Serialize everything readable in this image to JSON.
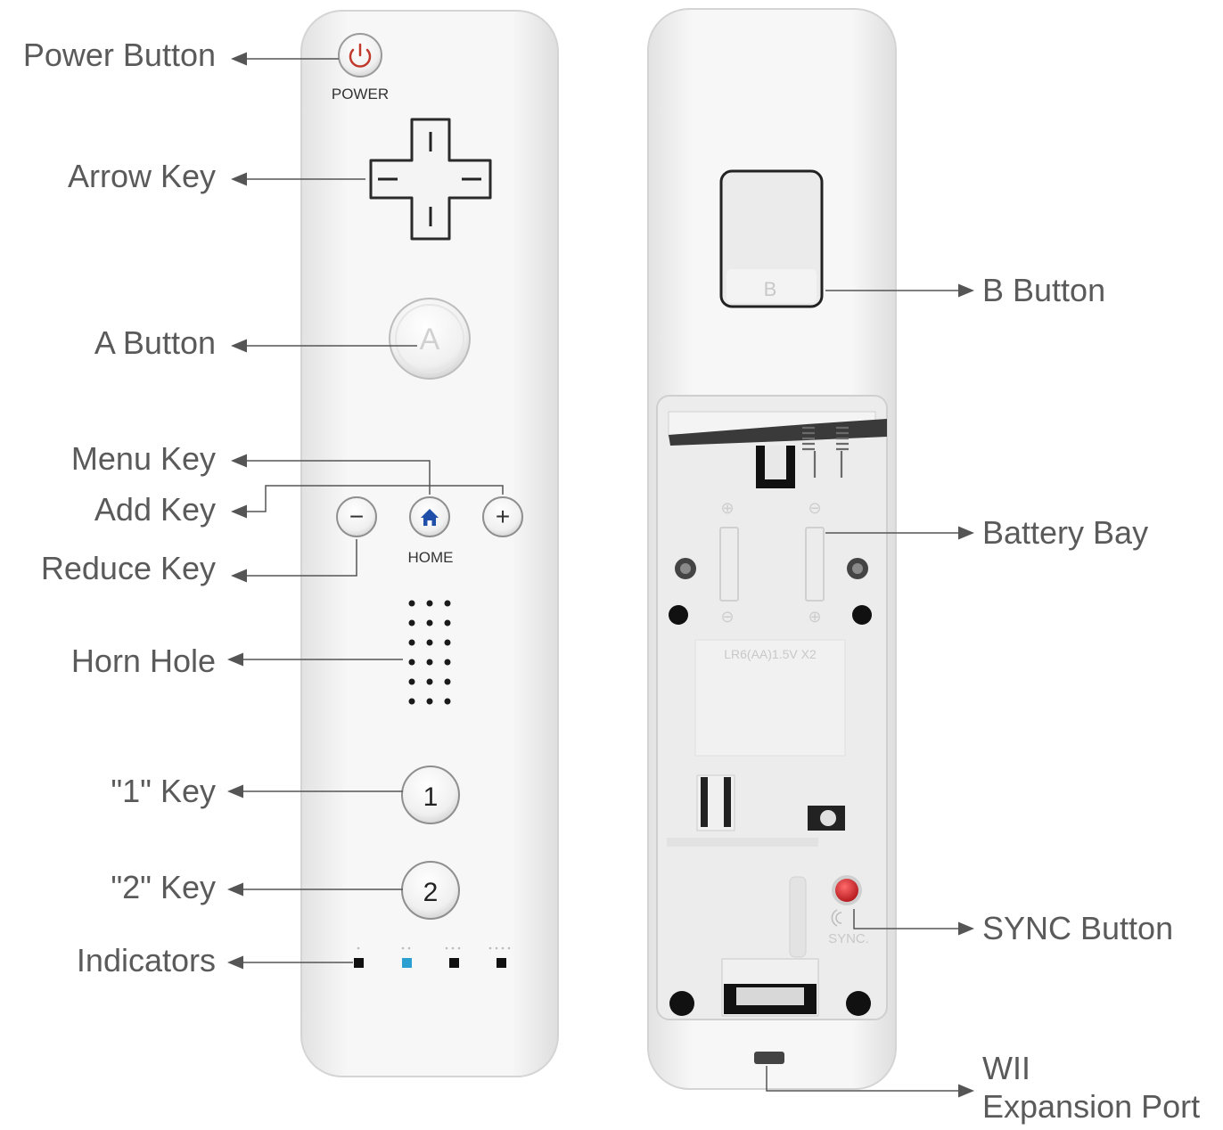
{
  "remote_front": {
    "power_label": "POWER",
    "a_label": "A",
    "home_label": "HOME",
    "minus_label": "−",
    "plus_label": "+",
    "one_label": "1",
    "two_label": "2"
  },
  "remote_back": {
    "b_label": "B",
    "battery_text": "LR6(AA)1.5V X2",
    "sync_label": "SYNC.",
    "plus_mark": "⊕",
    "minus_mark": "⊖"
  },
  "callouts_left": [
    {
      "id": "power",
      "text": "Power Button"
    },
    {
      "id": "arrow",
      "text": "Arrow Key"
    },
    {
      "id": "a",
      "text": "A Button"
    },
    {
      "id": "menu",
      "text": "Menu Key"
    },
    {
      "id": "add",
      "text": "Add Key"
    },
    {
      "id": "reduce",
      "text": "Reduce Key"
    },
    {
      "id": "horn",
      "text": "Horn Hole"
    },
    {
      "id": "one",
      "text": "\"1\" Key"
    },
    {
      "id": "two",
      "text": "\"2\" Key"
    },
    {
      "id": "indicators",
      "text": "Indicators"
    }
  ],
  "callouts_right": [
    {
      "id": "b",
      "text": "B Button"
    },
    {
      "id": "battery",
      "text": "Battery Bay"
    },
    {
      "id": "sync",
      "text": "SYNC Button"
    },
    {
      "id": "port_1",
      "text": "WII"
    },
    {
      "id": "port_2",
      "text": "Expansion Port"
    }
  ],
  "colors": {
    "label_text": "#5a5a5a",
    "leader_line": "#555555",
    "home_icon": "#1f4fa8",
    "sync_button": "#d8232a",
    "indicator_lit": "#2a9fd0",
    "indicator_off": "#111111"
  }
}
